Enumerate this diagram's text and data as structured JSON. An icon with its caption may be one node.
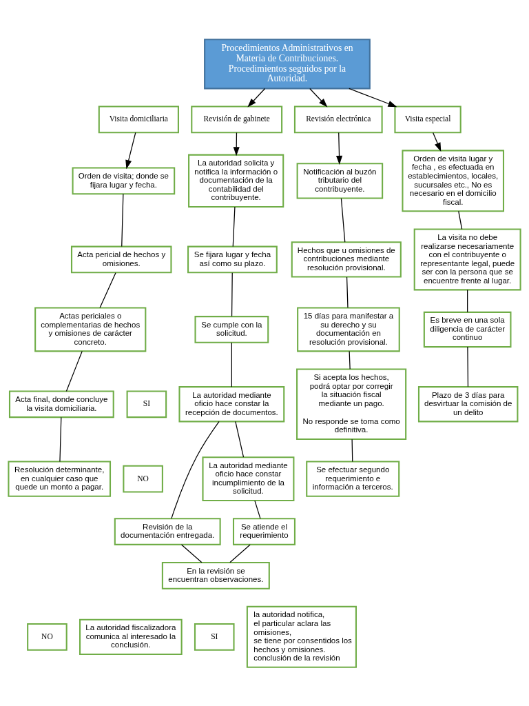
{
  "diagram": {
    "nodes": [
      {
        "text": [
          "Procedimientos Administrativos en Materia de Contribuciones. Procedimientos seguidos por la Autoridad."
        ]
      },
      {
        "text": [
          "Visita domiciliaria"
        ]
      },
      {
        "text": [
          "Revisión de gabinete"
        ]
      },
      {
        "text": [
          "Revisión electrónica"
        ]
      },
      {
        "text": [
          "Visita especial"
        ]
      },
      {
        "text": [
          "Orden de visita; donde se fijara lugar y fecha."
        ]
      },
      {
        "text": [
          "Acta pericial de hechos y omisiones."
        ]
      },
      {
        "text": [
          "Actas periciales o complementarias de hechos y omisiones de carácter concreto."
        ]
      },
      {
        "text": [
          "Acta final, donde concluye la visita domiciliaria."
        ]
      },
      {
        "text": [
          "Resolución determinante, en cualquier caso que quede un monto a pagar."
        ]
      },
      {
        "text": [
          "La autoridad solicita y notifica la información o documentación de la contabilidad del contribuyente."
        ]
      },
      {
        "text": [
          "Se fijara lugar y fecha así como su plazo."
        ]
      },
      {
        "text": [
          "Se cumple con la solicitud."
        ]
      },
      {
        "text": [
          "SI"
        ]
      },
      {
        "text": [
          "La autoridad mediante oficio hace constar la recepción de documentos."
        ]
      },
      {
        "text": [
          "NO"
        ]
      },
      {
        "text": [
          "La autoridad mediante oficio hace constar incumplimiento de la solicitud."
        ]
      },
      {
        "text": [
          "Revisión de la documentación entregada."
        ]
      },
      {
        "text": [
          "Se atiende el requerimiento"
        ]
      },
      {
        "text": [
          "En la revisión se encuentran observaciones."
        ]
      },
      {
        "text": [
          "NO"
        ]
      },
      {
        "text": [
          "La autoridad fiscalizadora comunica al interesado la conclusión."
        ]
      },
      {
        "text": [
          "SI"
        ]
      },
      {
        "text": [
          "la autoridad notifica,",
          "el particular aclara las omisiones,",
          "se tiene por consentidos los hechos y omisiones.",
          "conclusión de la revisión"
        ]
      },
      {
        "text": [
          "Notificación al buzón tributario del contribuyente."
        ]
      },
      {
        "text": [
          "Hechos que u omisiones de contribuciones mediante resolución provisional."
        ]
      },
      {
        "text": [
          "15 días para manifestar a su derecho y su documentación en resolución provisional."
        ]
      },
      {
        "text": [
          "Si acepta los hechos, podrá optar por corregir la situación fiscal mediante un pago.",
          "No responde se toma como definitiva."
        ]
      },
      {
        "text": [
          "Se efectuar segundo requerimiento e información a terceros."
        ]
      },
      {
        "text": [
          "Orden de visita lugar y fecha , es efectuada en establecimientos, locales, sucursales etc., No es necesario en el domicilio fiscal."
        ]
      },
      {
        "text": [
          "La visita no debe realizarse necesariamente con el contribuyente o representante legal, puede ser con la persona que se encuentre frente al lugar."
        ]
      },
      {
        "text": [
          "Es breve en una sola diligencia de carácter continuo"
        ]
      },
      {
        "text": [
          "Plazo de 3 días para desvirtuar la comisión de un delito"
        ]
      }
    ],
    "edges": [
      {
        "from": 0,
        "to": 2,
        "arrow": "to"
      },
      {
        "from": 0,
        "to": 3,
        "arrow": "to"
      },
      {
        "from": 0,
        "to": 4,
        "arrow": "to"
      },
      {
        "from": 1,
        "to": 5,
        "arrow": "to"
      },
      {
        "from": 5,
        "to": 6,
        "arrow": "none"
      },
      {
        "from": 6,
        "to": 7,
        "arrow": "none"
      },
      {
        "from": 7,
        "to": 8,
        "arrow": "none"
      },
      {
        "from": 8,
        "to": 9,
        "arrow": "none"
      },
      {
        "from": 2,
        "to": 10,
        "arrow": "to"
      },
      {
        "from": 10,
        "to": 11,
        "arrow": "none"
      },
      {
        "from": 11,
        "to": 12,
        "arrow": "none"
      },
      {
        "from": 12,
        "to": 14,
        "arrow": "none"
      },
      {
        "from": 14,
        "to": 16,
        "arrow": "none"
      },
      {
        "from": 14,
        "to": 17,
        "arrow": "none"
      },
      {
        "from": 16,
        "to": 18,
        "arrow": "none"
      },
      {
        "from": 17,
        "to": 19,
        "arrow": "none"
      },
      {
        "from": 18,
        "to": 19,
        "arrow": "none"
      },
      {
        "from": 3,
        "to": 24,
        "arrow": "to"
      },
      {
        "from": 24,
        "to": 25,
        "arrow": "none"
      },
      {
        "from": 25,
        "to": 26,
        "arrow": "none"
      },
      {
        "from": 26,
        "to": 27,
        "arrow": "none"
      },
      {
        "from": 27,
        "to": 28,
        "arrow": "none"
      },
      {
        "from": 4,
        "to": 29,
        "arrow": "to"
      },
      {
        "from": 29,
        "to": 30,
        "arrow": "none"
      },
      {
        "from": 30,
        "to": 31,
        "arrow": "none"
      },
      {
        "from": 31,
        "to": 32,
        "arrow": "none"
      }
    ]
  }
}
